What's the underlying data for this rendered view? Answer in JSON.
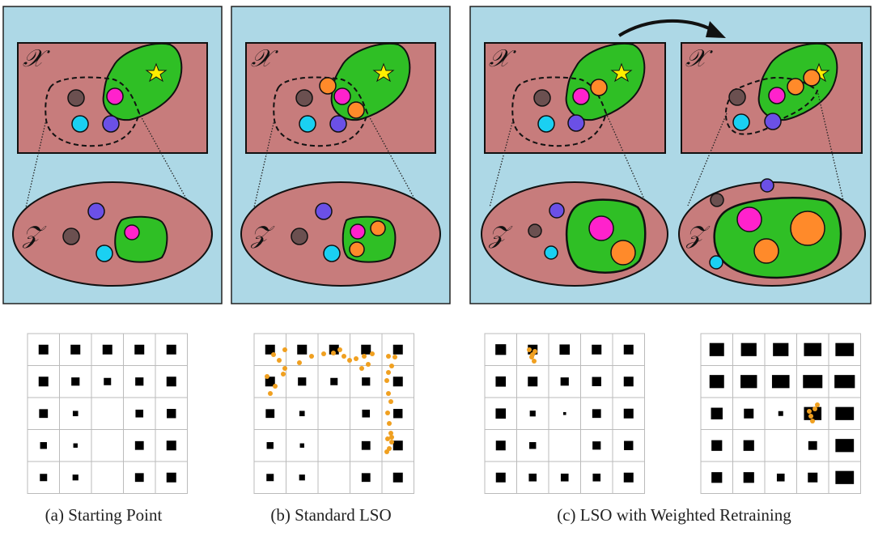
{
  "labels": {
    "x_space": "𝒳",
    "z_space": "𝒵"
  },
  "captions": {
    "a": "(a) Starting Point",
    "b": "(b) Standard LSO",
    "c": "(c) LSO with Weighted Retraining"
  },
  "colors": {
    "panel_bg": "#add8e6",
    "space_fill": "#c77c7c",
    "good_region": "#2fbf25",
    "star": "#ffee00",
    "point_brown": "#6b5050",
    "point_magenta": "#ff22cc",
    "point_cyan": "#1ad0f2",
    "point_purple": "#6b50e6",
    "point_orange": "#ff8a2a",
    "grid_orange": "#f0a020"
  },
  "icons": {
    "target": "star-icon",
    "training_step": "curved-arrow-icon"
  }
}
